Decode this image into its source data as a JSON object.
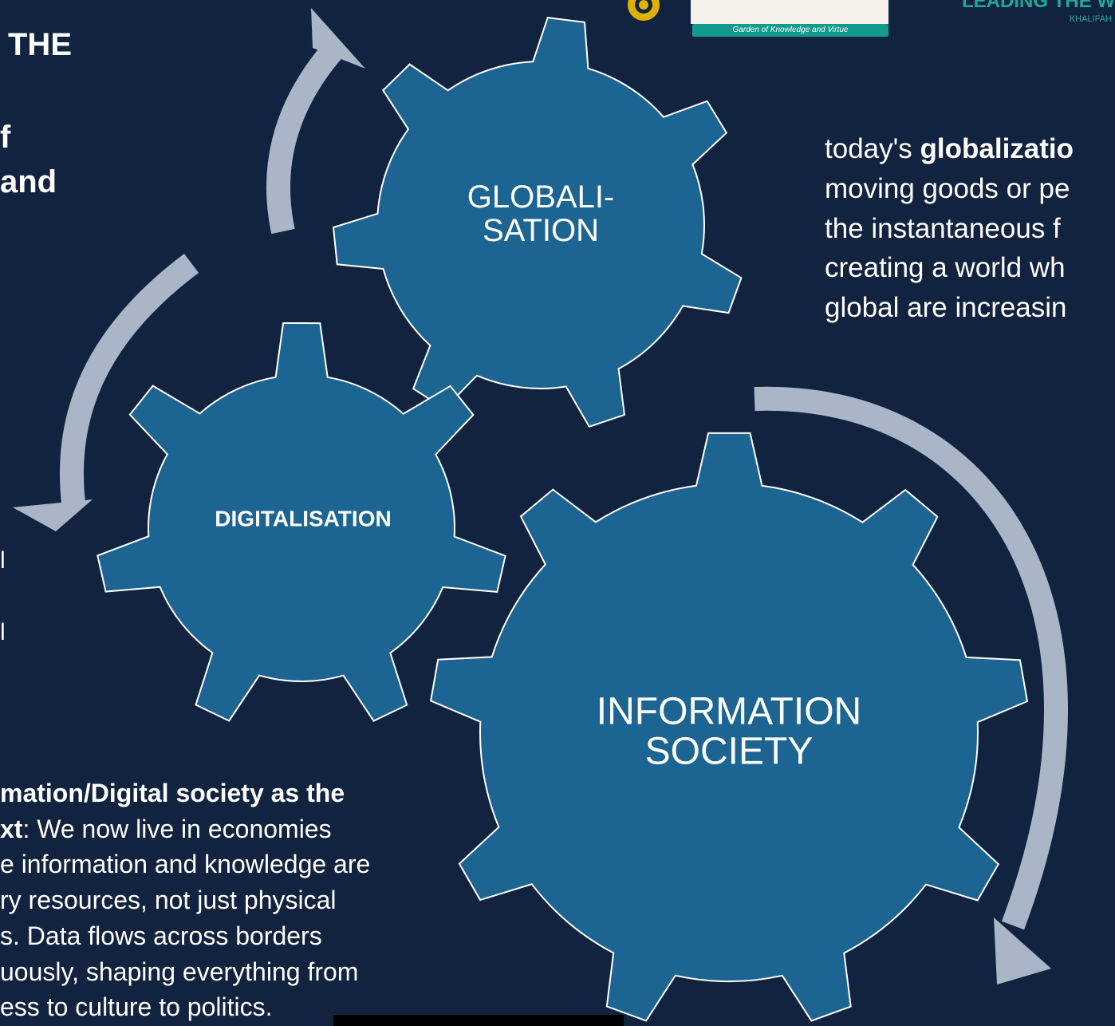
{
  "colors": {
    "background": "#12233f",
    "gear": "#1c6491",
    "gear_outline": "#ffffff",
    "arrow": "#a9b6c7",
    "logo_teal": "#139a8a"
  },
  "gears": [
    {
      "label_lines": [
        "GLOBALI-",
        "SATION"
      ]
    },
    {
      "label_lines": [
        "DIGITALISATION"
      ]
    },
    {
      "label_lines": [
        "INFORMATION",
        "SOCIETY"
      ]
    }
  ],
  "logo": {
    "tagline": "Garden of Knowledge and Virtue",
    "brand": "LEADING THE W",
    "brand_sub": "KHALIFAH"
  },
  "left_fragments": [
    "THE",
    "f",
    "and",
    "l",
    "l"
  ],
  "right_text": {
    "lines": [
      {
        "plain": "today's ",
        "bold": "globalizatio"
      },
      {
        "plain": "moving goods or pe",
        "bold": ""
      },
      {
        "plain": "the instantaneous f",
        "bold": ""
      },
      {
        "plain": "creating a world wh",
        "bold": ""
      },
      {
        "plain": "global are increasin",
        "bold": ""
      }
    ]
  },
  "bottom_text": {
    "lines": [
      {
        "bold": "mation/Digital society as the",
        "plain": ""
      },
      {
        "bold": "xt",
        "plain": ": We now live in economies"
      },
      {
        "bold": "",
        "plain": "e information and knowledge are"
      },
      {
        "bold": "",
        "plain": "ry resources, not just physical"
      },
      {
        "bold": "",
        "plain": "s. Data flows across borders"
      },
      {
        "bold": "",
        "plain": "uously, shaping everything from"
      },
      {
        "bold": "",
        "plain": "ess to culture to politics."
      }
    ]
  }
}
